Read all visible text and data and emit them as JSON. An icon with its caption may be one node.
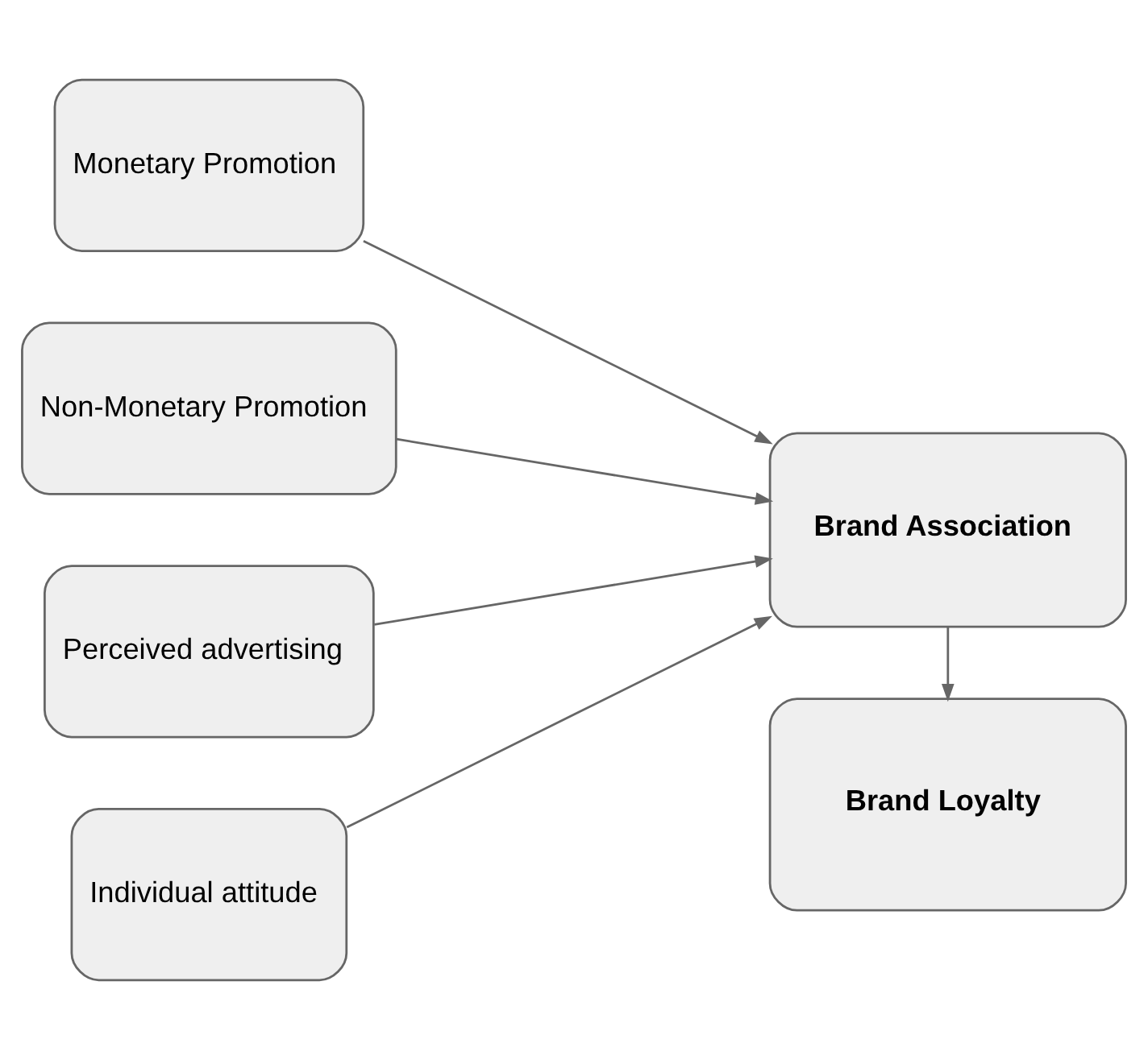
{
  "diagram": {
    "nodes": [
      {
        "text": [
          "Monetary Promotion"
        ]
      },
      {
        "text": [
          "Non-Monetary Promotion"
        ]
      },
      {
        "text": [
          "Perceived advertising"
        ]
      },
      {
        "text": [
          "Individual attitude"
        ]
      },
      {
        "text": [
          "Brand Association"
        ]
      },
      {
        "text": [
          "Brand Loyalty"
        ]
      }
    ],
    "edges": [
      {
        "from": 0,
        "to": 4,
        "arrow": "to"
      },
      {
        "from": 1,
        "to": 4,
        "arrow": "to"
      },
      {
        "from": 2,
        "to": 4,
        "arrow": "to"
      },
      {
        "from": 3,
        "to": 4,
        "arrow": "to"
      },
      {
        "from": 4,
        "to": 5,
        "arrow": "to"
      }
    ]
  }
}
